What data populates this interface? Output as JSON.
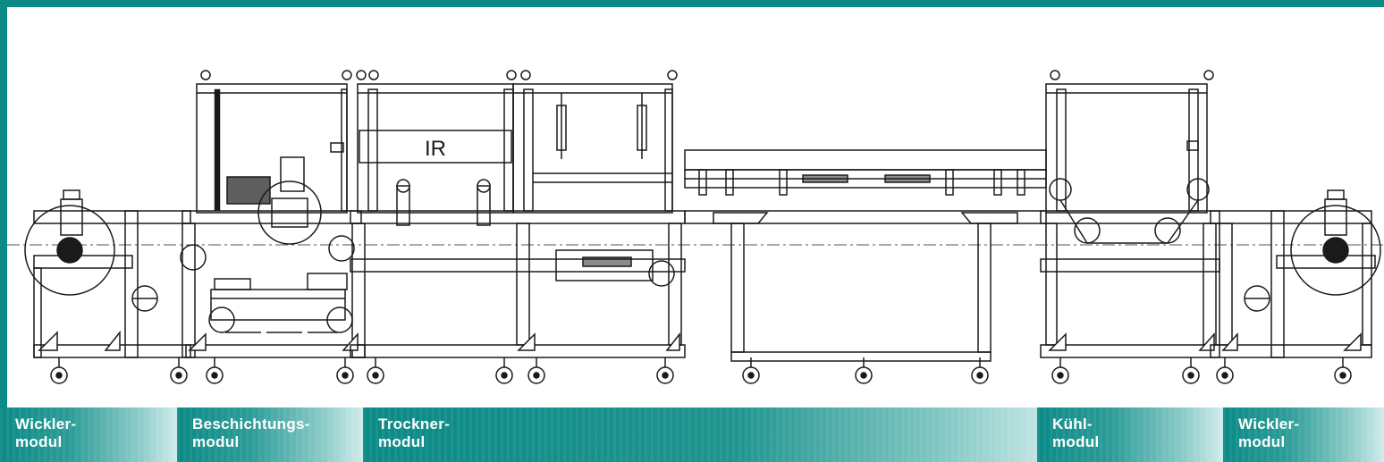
{
  "diagram": {
    "ir_label": "IR"
  },
  "modules": [
    {
      "label": "Wickler-\nmodul"
    },
    {
      "label": "Beschichtungs-\nmodul"
    },
    {
      "label": "Trockner-\nmodul"
    },
    {
      "label": "Kühl-\nmodul"
    },
    {
      "label": "Wickler-\nmodul"
    }
  ],
  "colors": {
    "accent": "#0e8a86",
    "line": "#1a1a1a"
  }
}
